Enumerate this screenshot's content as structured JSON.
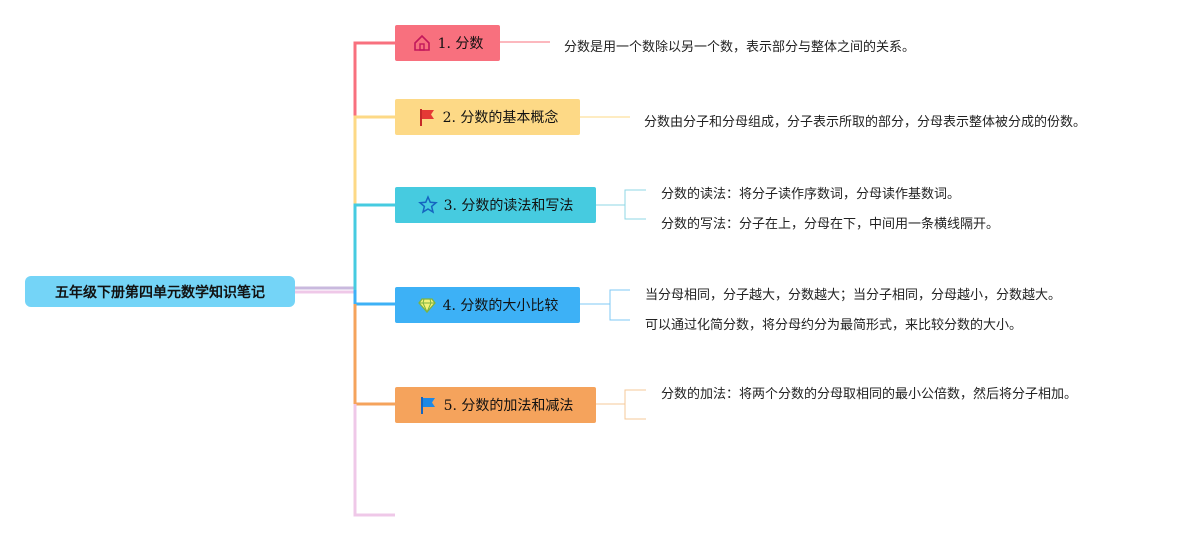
{
  "root": {
    "label": "五年级下册第四单元数学知识笔记"
  },
  "topics": [
    {
      "label": "1. 分数",
      "icon": "house-icon",
      "color": "#F8707E",
      "notes": [
        "分数是用一个数除以另一个数，表示部分与整体之间的关系。"
      ]
    },
    {
      "label": "2. 分数的基本概念",
      "icon": "red-flag-icon",
      "color": "#FDD986",
      "notes": [
        "分数由分子和分母组成，分子表示所取的部分，分母表示整体被分成的份数。"
      ]
    },
    {
      "label": "3. 分数的读法和写法",
      "icon": "star-icon",
      "color": "#46CBE0",
      "notes": [
        "分数的读法：将分子读作序数词，分母读作基数词。",
        "分数的写法：分子在上，分母在下，中间用一条横线隔开。"
      ]
    },
    {
      "label": "4. 分数的大小比较",
      "icon": "diamond-icon",
      "color": "#3DB1F6",
      "notes": [
        "当分母相同，分子越大，分数越大；当分子相同，分母越小，分数越大。",
        "可以通过化简分数，将分母约分为最简形式，来比较分数的大小。"
      ]
    },
    {
      "label": "5. 分数的加法和减法",
      "icon": "blue-flag-icon",
      "color": "#F5A35C",
      "notes": [
        "分数的加法：将两个分数的分母取相同的最小公倍数，然后将分子相加。"
      ]
    }
  ]
}
